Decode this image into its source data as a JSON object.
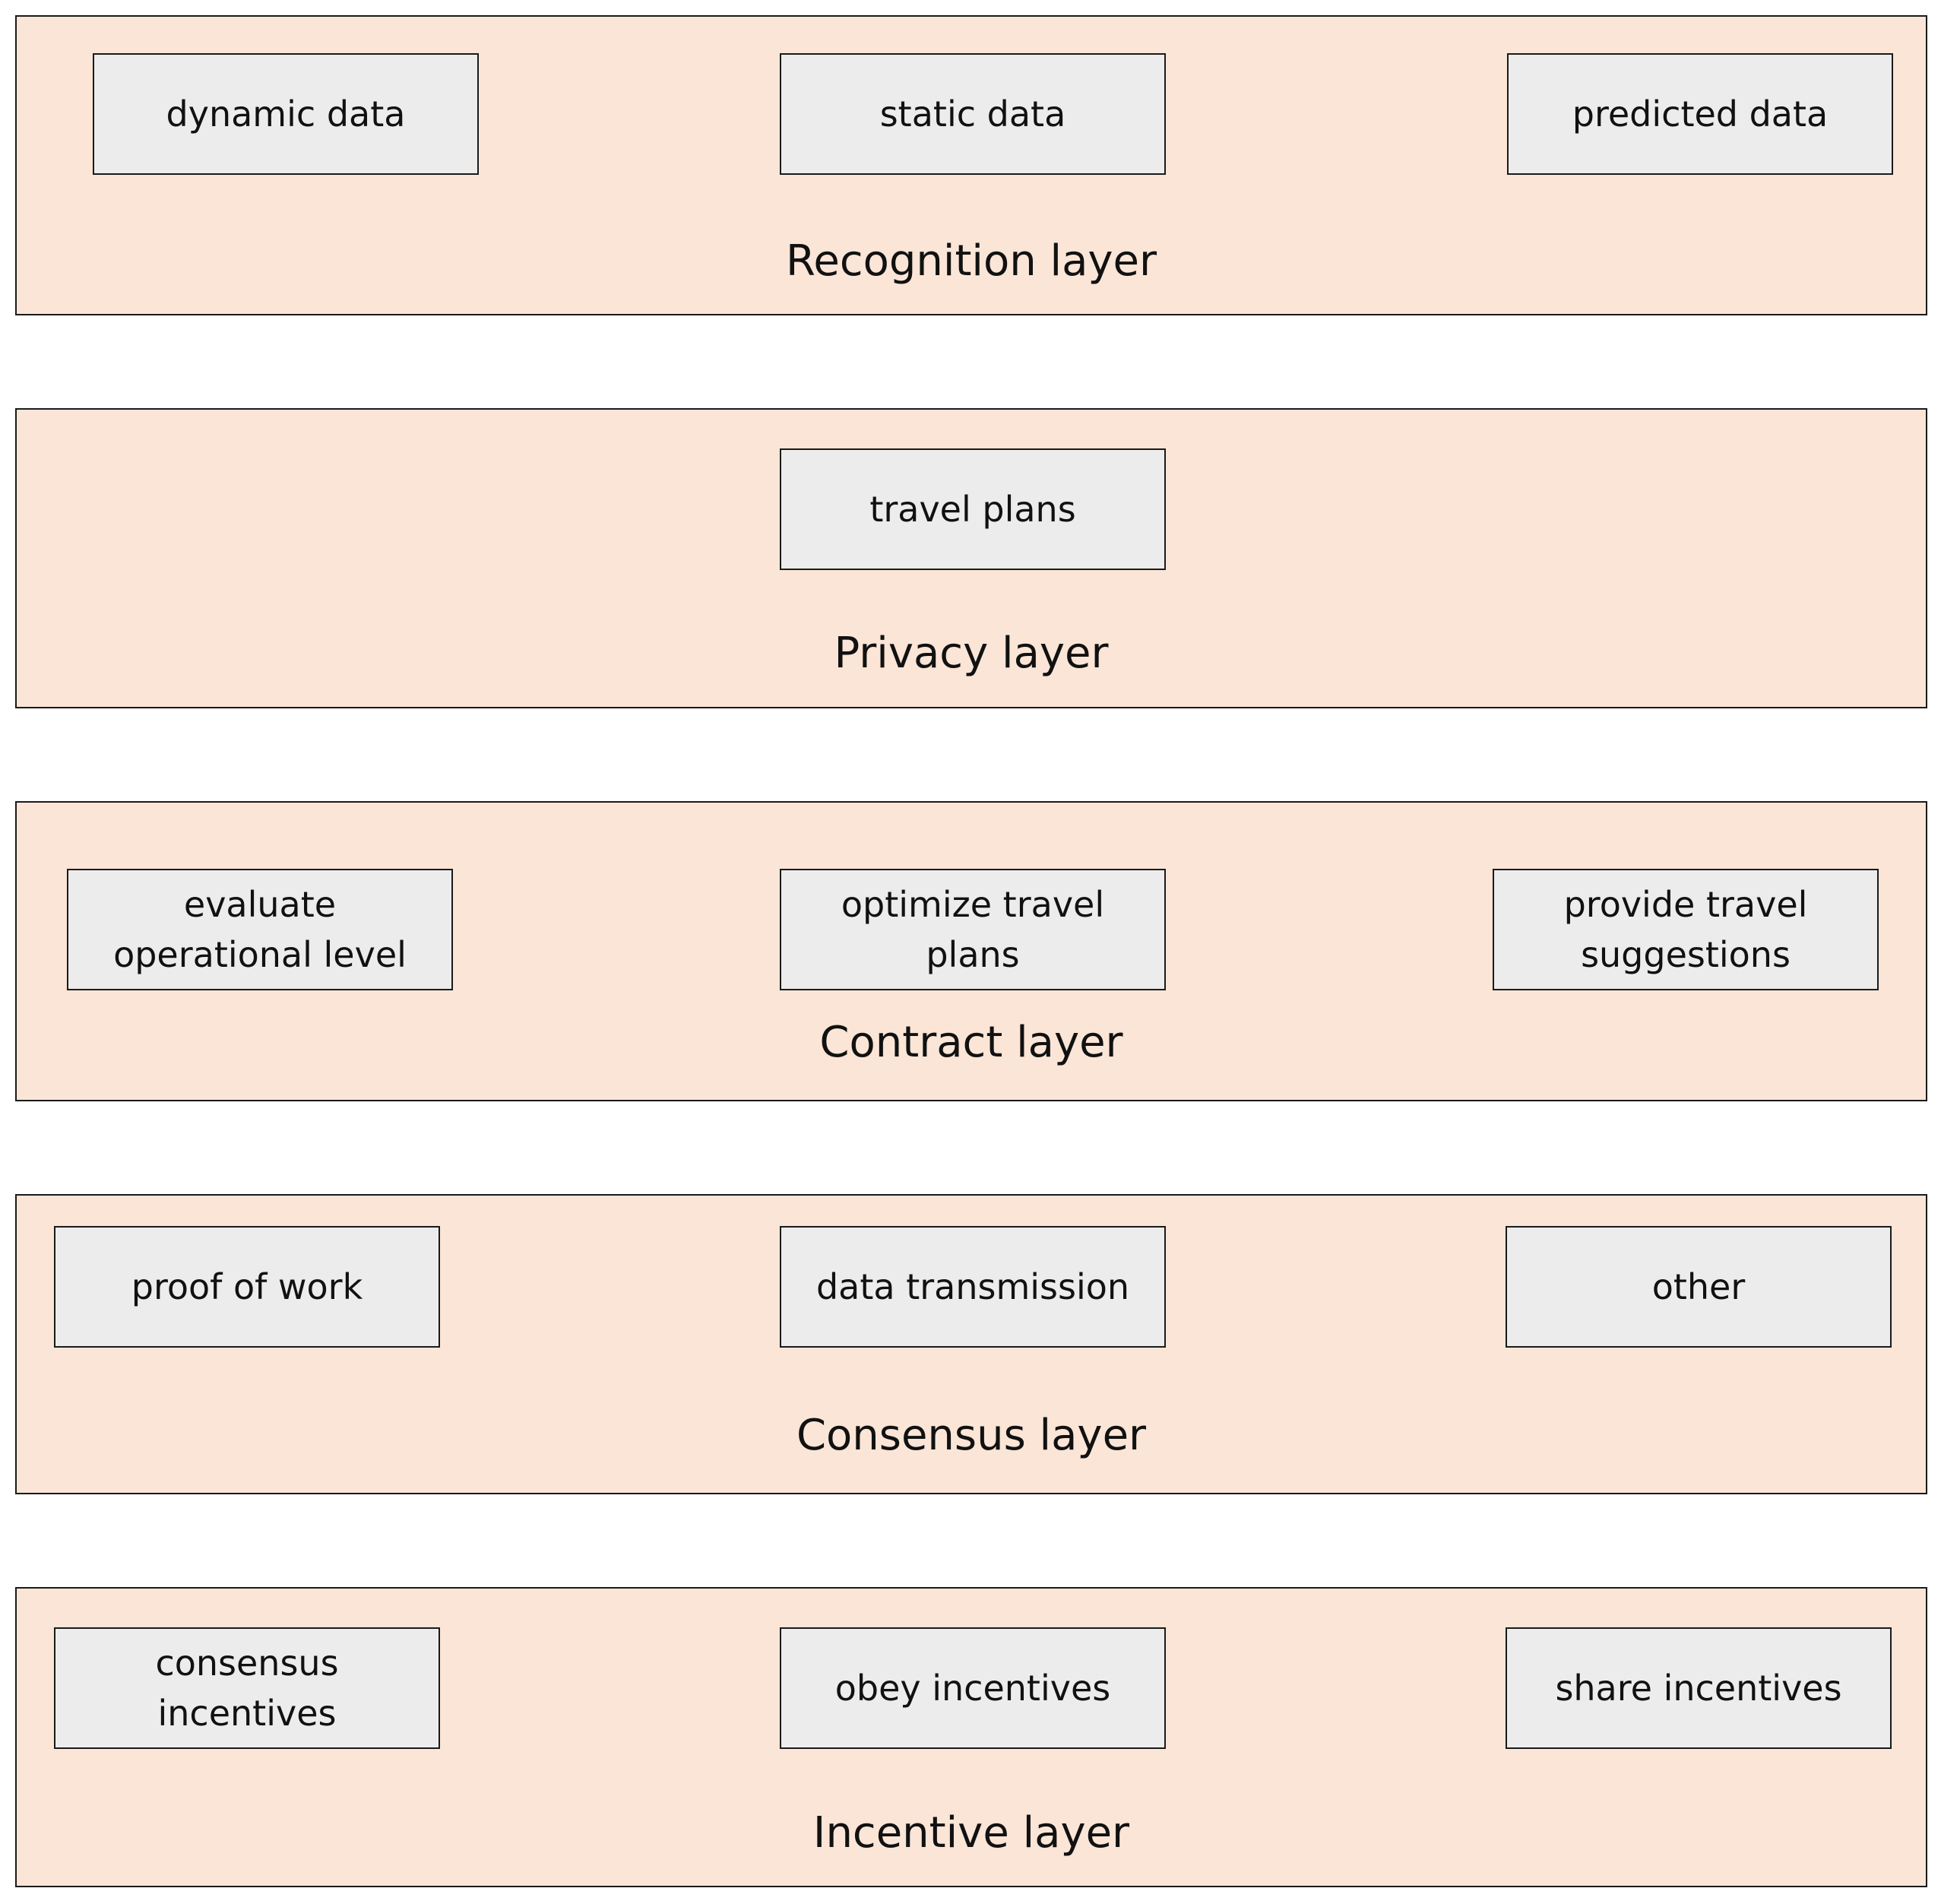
{
  "layers": [
    {
      "title": "Recognition layer",
      "boxes": [
        "dynamic data",
        "static data",
        "predicted data"
      ]
    },
    {
      "title": "Privacy layer",
      "boxes": [
        "travel plans"
      ]
    },
    {
      "title": "Contract layer",
      "boxes": [
        "evaluate operational level",
        "optimize travel plans",
        "provide travel suggestions"
      ]
    },
    {
      "title": "Consensus layer",
      "boxes": [
        "proof of work",
        "data transmission",
        "other"
      ]
    },
    {
      "title": "Incentive layer",
      "boxes": [
        "consensus incentives",
        "obey incentives",
        "share incentives"
      ]
    }
  ],
  "colors": {
    "layer_fill": "#fae5d7",
    "box_fill": "#ececec",
    "border": "#1a1a1a"
  }
}
